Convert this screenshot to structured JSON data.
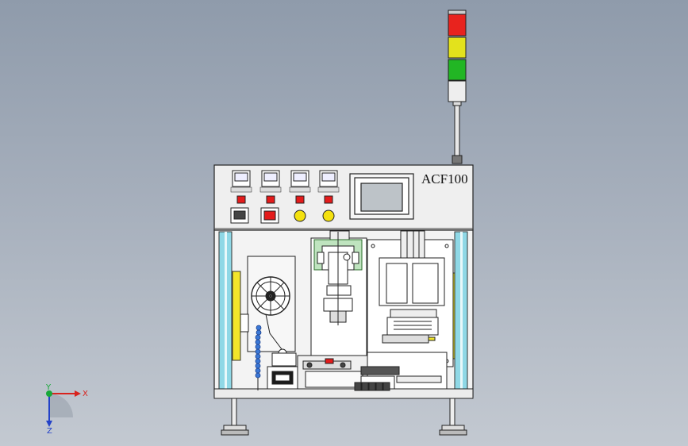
{
  "machine": {
    "model_label": "ACF100",
    "status_light": {
      "colors": [
        "#e8231e",
        "#e3e21c",
        "#22b624"
      ]
    },
    "highlight_color": "#f2e52a",
    "guard_color": "#8fd8e6",
    "controller_labels": [
      "",
      "",
      "",
      ""
    ]
  },
  "axis_triad": {
    "x": "X",
    "y": "Y",
    "z": "Z",
    "x_color": "#d8231e",
    "y_color": "#18a83a",
    "z_color": "#2342c8"
  }
}
